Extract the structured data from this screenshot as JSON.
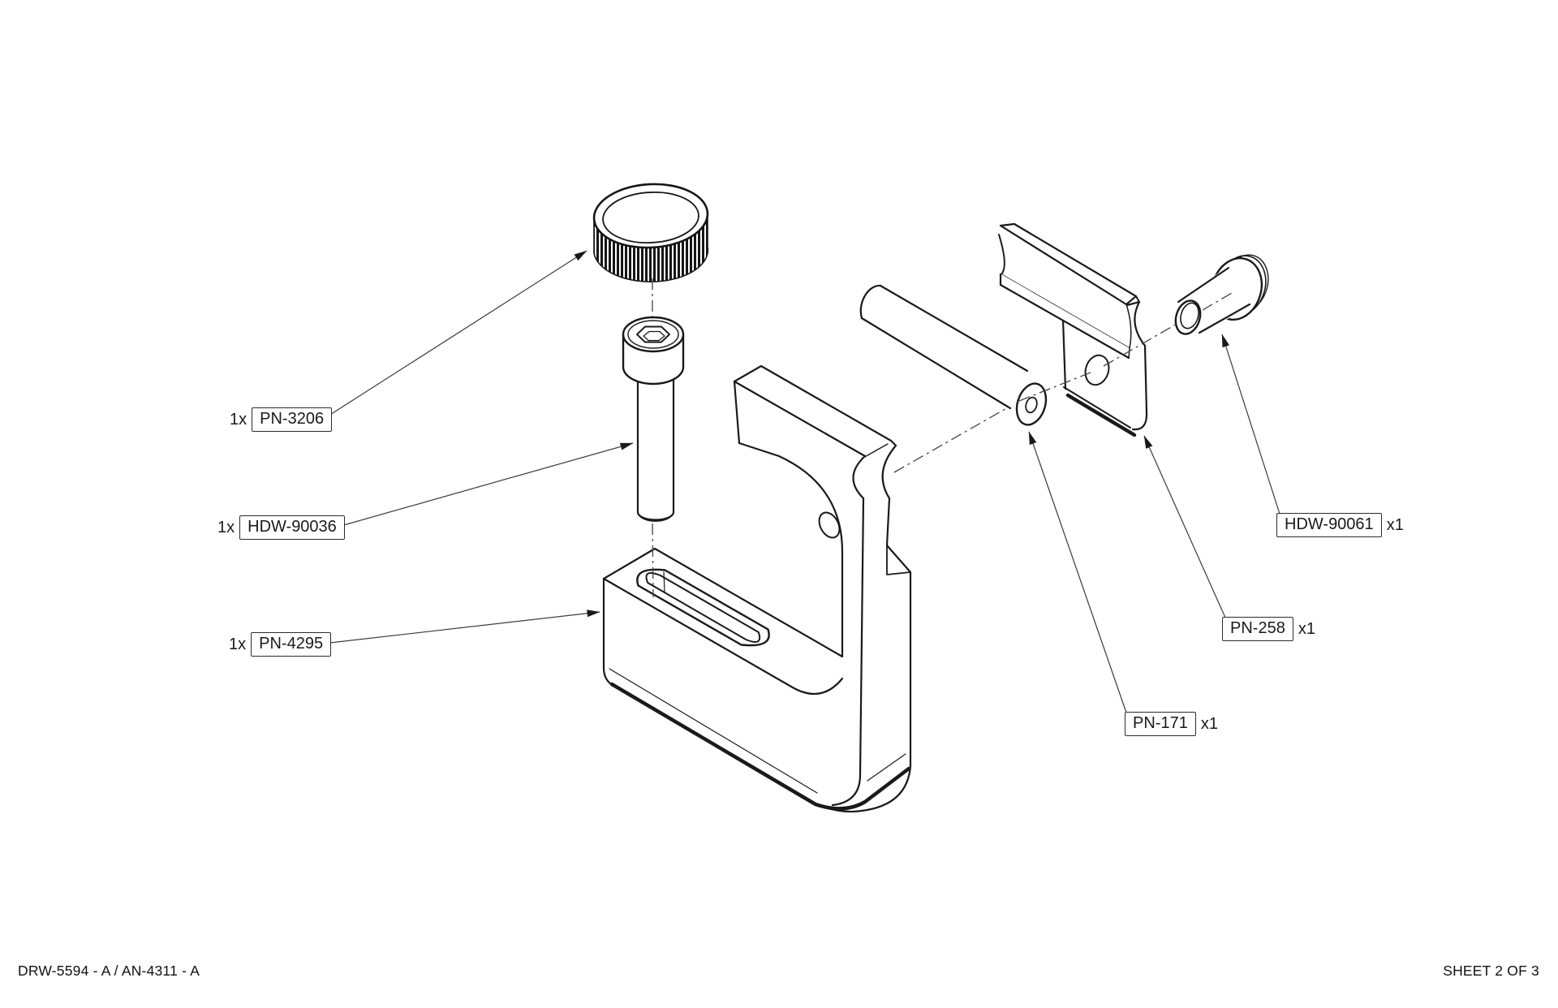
{
  "titleblock": {
    "doc_ref": "DRW-5594 - A / AN-4311 - A",
    "sheet": "SHEET 2 OF 3"
  },
  "labels": {
    "pn3206": {
      "qty": "1x",
      "part": "PN-3206"
    },
    "hdw90036": {
      "qty": "1x",
      "part": "HDW-90036"
    },
    "pn4295": {
      "qty": "1x",
      "part": "PN-4295"
    },
    "pn171": {
      "part": "PN-171",
      "qty": "x1"
    },
    "pn258": {
      "part": "PN-258",
      "qty": "x1"
    },
    "hdw90061": {
      "part": "HDW-90061",
      "qty": "x1"
    }
  },
  "colors": {
    "line": "#1a1a1a",
    "leader": "#3a3a3a",
    "background": "#ffffff"
  }
}
